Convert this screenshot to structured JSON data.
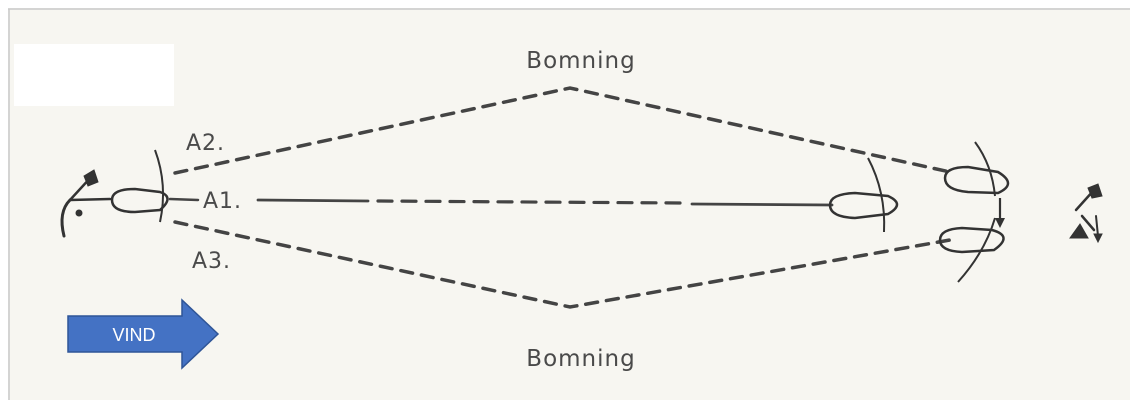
{
  "diagram": {
    "labels": {
      "top_jibe": "Bomning",
      "bottom_jibe": "Bomning",
      "route_a1": "A1.",
      "route_a2": "A2.",
      "route_a3": "A3."
    },
    "wind_label": "VIND",
    "colors": {
      "paper": "#f7f6f1",
      "ink": "#4a4a4a",
      "wind_arrow_fill": "#4472c4",
      "wind_arrow_stroke": "#2f5597",
      "wind_text": "#ffffff"
    },
    "icons": [
      "start-mark-flag-icon",
      "boat-icon",
      "finish-mark-flag-icon",
      "wind-arrow-icon"
    ]
  }
}
